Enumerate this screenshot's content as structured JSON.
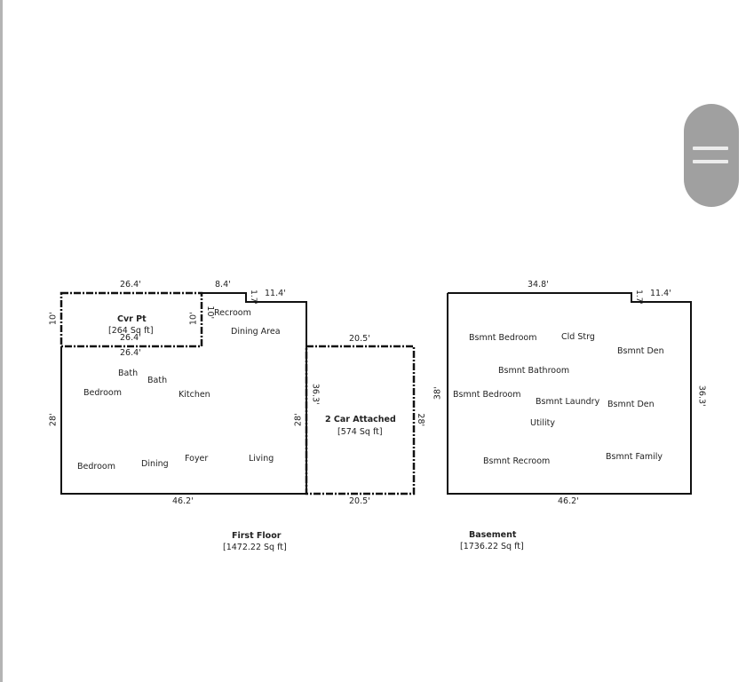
{
  "viewer": {
    "drag_handle": {
      "icon": "drag-handle-icon"
    }
  },
  "first_floor": {
    "title": "First Floor",
    "area": "[1472.22 Sq ft]",
    "dims": {
      "top_cvr": "26.4'",
      "top_mid": "8.4'",
      "step": "1.7'",
      "top_right": "11.4'",
      "left_cvr": "10'",
      "cvr_inner_right": "10'",
      "cvr_step_left": "10'",
      "cvr_bottom_inner": "26.4'",
      "main_top": "26.4'",
      "left_main": "28'",
      "right_main": "28'",
      "bottom": "46.2'"
    },
    "rooms": {
      "cvr_pt_name": "Cvr Pt",
      "cvr_pt_area": "[264 Sq ft]",
      "recroom": "Recroom",
      "dining_area": "Dining Area",
      "bath1": "Bath",
      "bath2": "Bath",
      "bedroom1": "Bedroom",
      "kitchen": "Kitchen",
      "bedroom2": "Bedroom",
      "dining": "Dining",
      "foyer": "Foyer",
      "living": "Living"
    }
  },
  "garage": {
    "name": "2 Car Attached",
    "area": "[574 Sq ft]",
    "dims": {
      "top": "20.5'",
      "bottom": "20.5'",
      "left": "36.3'",
      "right": "28'"
    }
  },
  "basement": {
    "title": "Basement",
    "area": "[1736.22 Sq ft]",
    "dims": {
      "top": "34.8'",
      "step": "1.7'",
      "top_right": "11.4'",
      "left": "38'",
      "right": "36.3'",
      "bottom": "46.2'"
    },
    "rooms": {
      "bedroom1": "Bsmnt Bedroom",
      "cld_strg": "Cld Strg",
      "den1": "Bsmnt Den",
      "bathroom": "Bsmnt Bathroom",
      "bedroom2": "Bsmnt Bedroom",
      "laundry": "Bsmnt Laundry",
      "den2": "Bsmnt Den",
      "utility": "Utility",
      "recroom": "Bsmnt Recroom",
      "family": "Bsmnt Family"
    }
  }
}
